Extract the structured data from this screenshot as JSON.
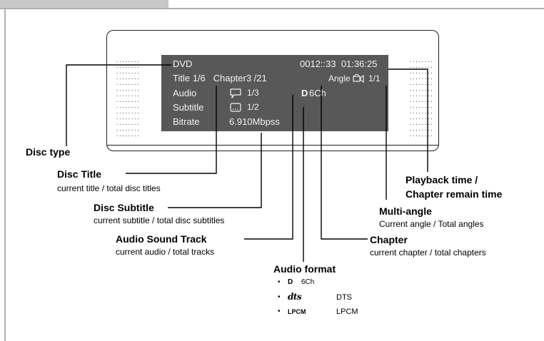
{
  "osd": {
    "disc": "DVD",
    "time": "0012::33  01:36:25",
    "title_row": "Title 1/6   Chapter3 /21",
    "angle_label": "Angle",
    "angle_value": "1/1",
    "audio_label": "Audio",
    "audio_value": "1/3",
    "audio_format_d": "D",
    "audio_format": "6Ch",
    "subtitle_label": "Subtitle",
    "subtitle_value": "1/2",
    "bitrate_label": "Bitrate",
    "bitrate_value": "6.910Mbpss"
  },
  "labels": {
    "disc_type": "Disc type",
    "disc_title": "Disc Title",
    "disc_title_desc": "current title / total disc titles",
    "disc_subtitle": "Disc Subtitle",
    "disc_subtitle_desc": "current subtitle / total disc subtitles",
    "audio_track": "Audio Sound  Track",
    "audio_track_desc": "current audio / total tracks",
    "audio_format": "Audio format",
    "playback_1": "Playback time /",
    "playback_2": "Chapter remain time",
    "multi_angle": "Multi-angle",
    "multi_angle_desc": "Current angle / Total angles",
    "chapter": "Chapter",
    "chapter_desc": "current chapter / total chapters"
  },
  "formats": [
    {
      "logo": "D",
      "name": "6Ch"
    },
    {
      "logo": "dts",
      "name": "DTS"
    },
    {
      "logo": "LPCM",
      "name": "LPCM"
    }
  ]
}
